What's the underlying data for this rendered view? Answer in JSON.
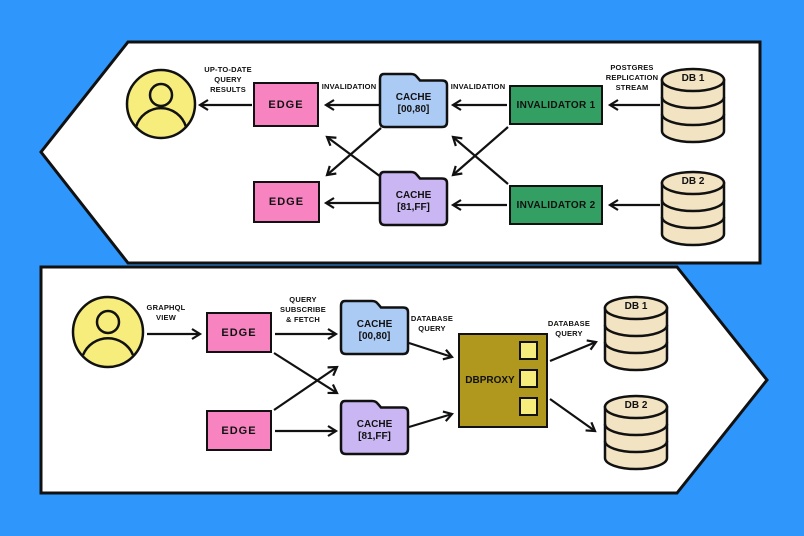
{
  "colors": {
    "background": "#2F96FC",
    "panel": "#FFFFFF",
    "outline": "#111111",
    "edge_pink": "#F783C1",
    "cache_blue": "#ABCAF4",
    "cache_purple": "#C9B6F2",
    "invalidator_green": "#339F62",
    "db_tan": "#F2E3C3",
    "user_yellow": "#F6ED7D",
    "proxy_gold": "#B0981F",
    "proxy_square_yellow": "#F6ED7D"
  },
  "top_panel": {
    "flow_labels": {
      "up_to_date": "UP-TO-DATE\nQUERY\nRESULTS",
      "invalidation_left": "INVALIDATION",
      "invalidation_right": "INVALIDATION",
      "postgres_stream": "POSTGRES\nREPLICATION\nSTREAM"
    },
    "nodes": {
      "edge1": "EDGE",
      "edge2": "EDGE",
      "cache1": "CACHE\n[00,80]",
      "cache2": "CACHE\n[81,FF]",
      "invalidator1": "INVALIDATOR 1",
      "invalidator2": "INVALIDATOR 2",
      "db1": "DB 1",
      "db2": "DB 2"
    }
  },
  "bottom_panel": {
    "flow_labels": {
      "graphql_view": "GRAPHQL\nVIEW",
      "query_subscribe": "QUERY\nSUBSCRIBE\n& FETCH",
      "database_query_cache": "DATABASE\nQUERY",
      "database_query_db": "DATABASE\nQUERY"
    },
    "nodes": {
      "edge1": "EDGE",
      "edge2": "EDGE",
      "cache1": "CACHE\n[00,80]",
      "cache2": "CACHE\n[81,FF]",
      "dbproxy": "DBPROXY",
      "db1": "DB 1",
      "db2": "DB 2"
    }
  }
}
